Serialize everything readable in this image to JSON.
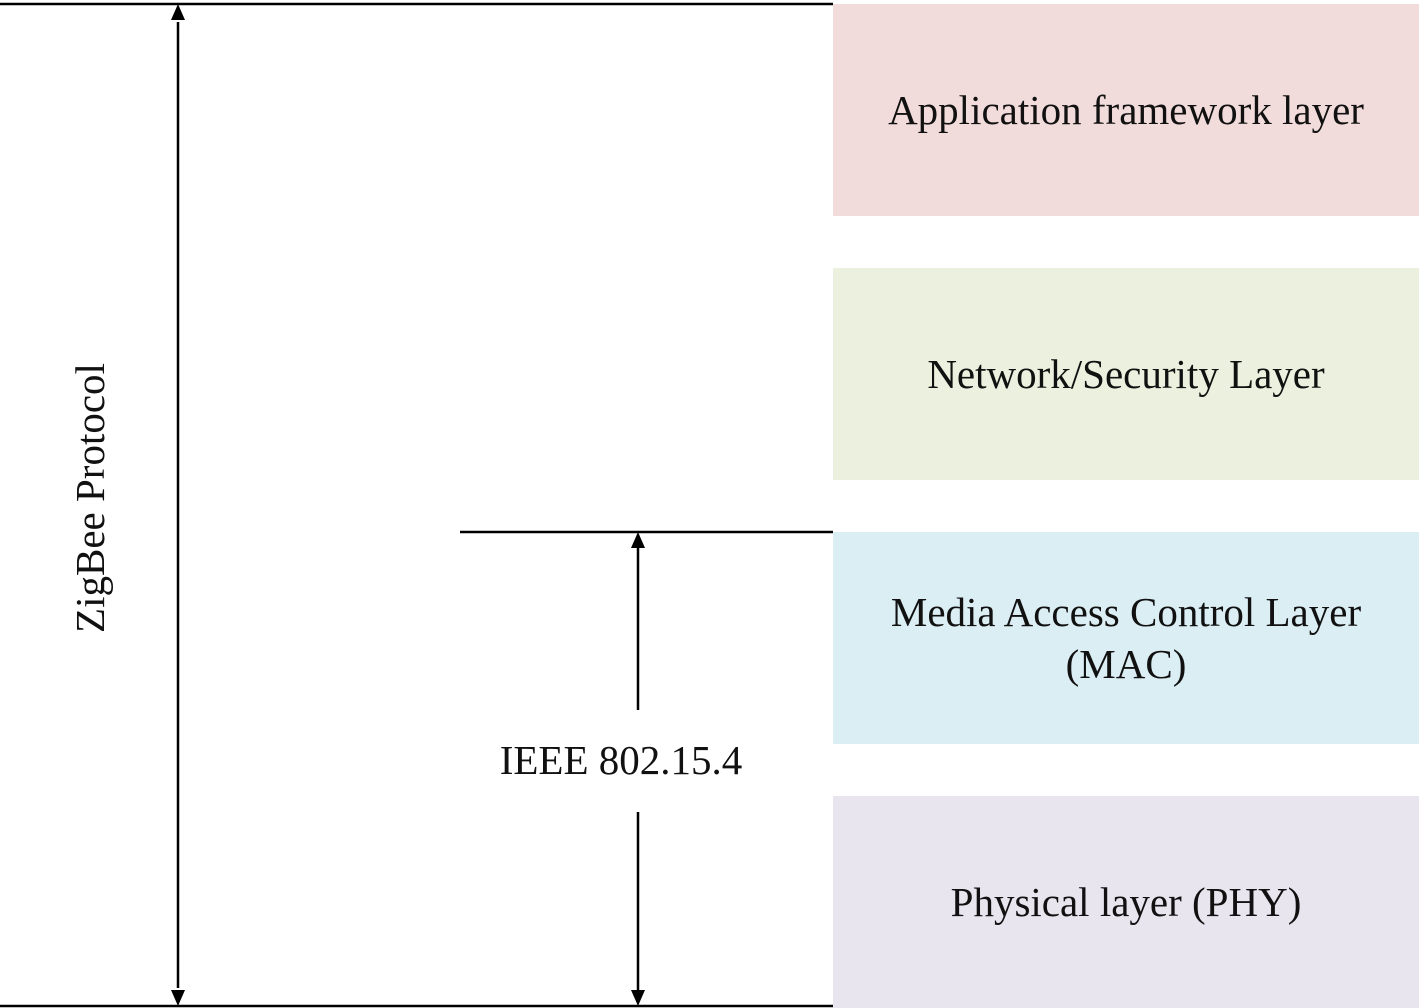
{
  "layers": [
    {
      "label": "Application framework layer",
      "color": "#f2dcdb"
    },
    {
      "label": "Network/Security Layer",
      "color": "#ebf1de"
    },
    {
      "label": "Media Access Control Layer\n(MAC)",
      "color": "#dbeef4"
    },
    {
      "label": "Physical layer (PHY)",
      "color": "#e9e5ef"
    }
  ],
  "brackets": {
    "zigbee": "ZigBee Protocol",
    "ieee": "IEEE 802.15.4"
  },
  "colors": {
    "line": "#000000",
    "text": "#111111",
    "background": "#ffffff"
  }
}
